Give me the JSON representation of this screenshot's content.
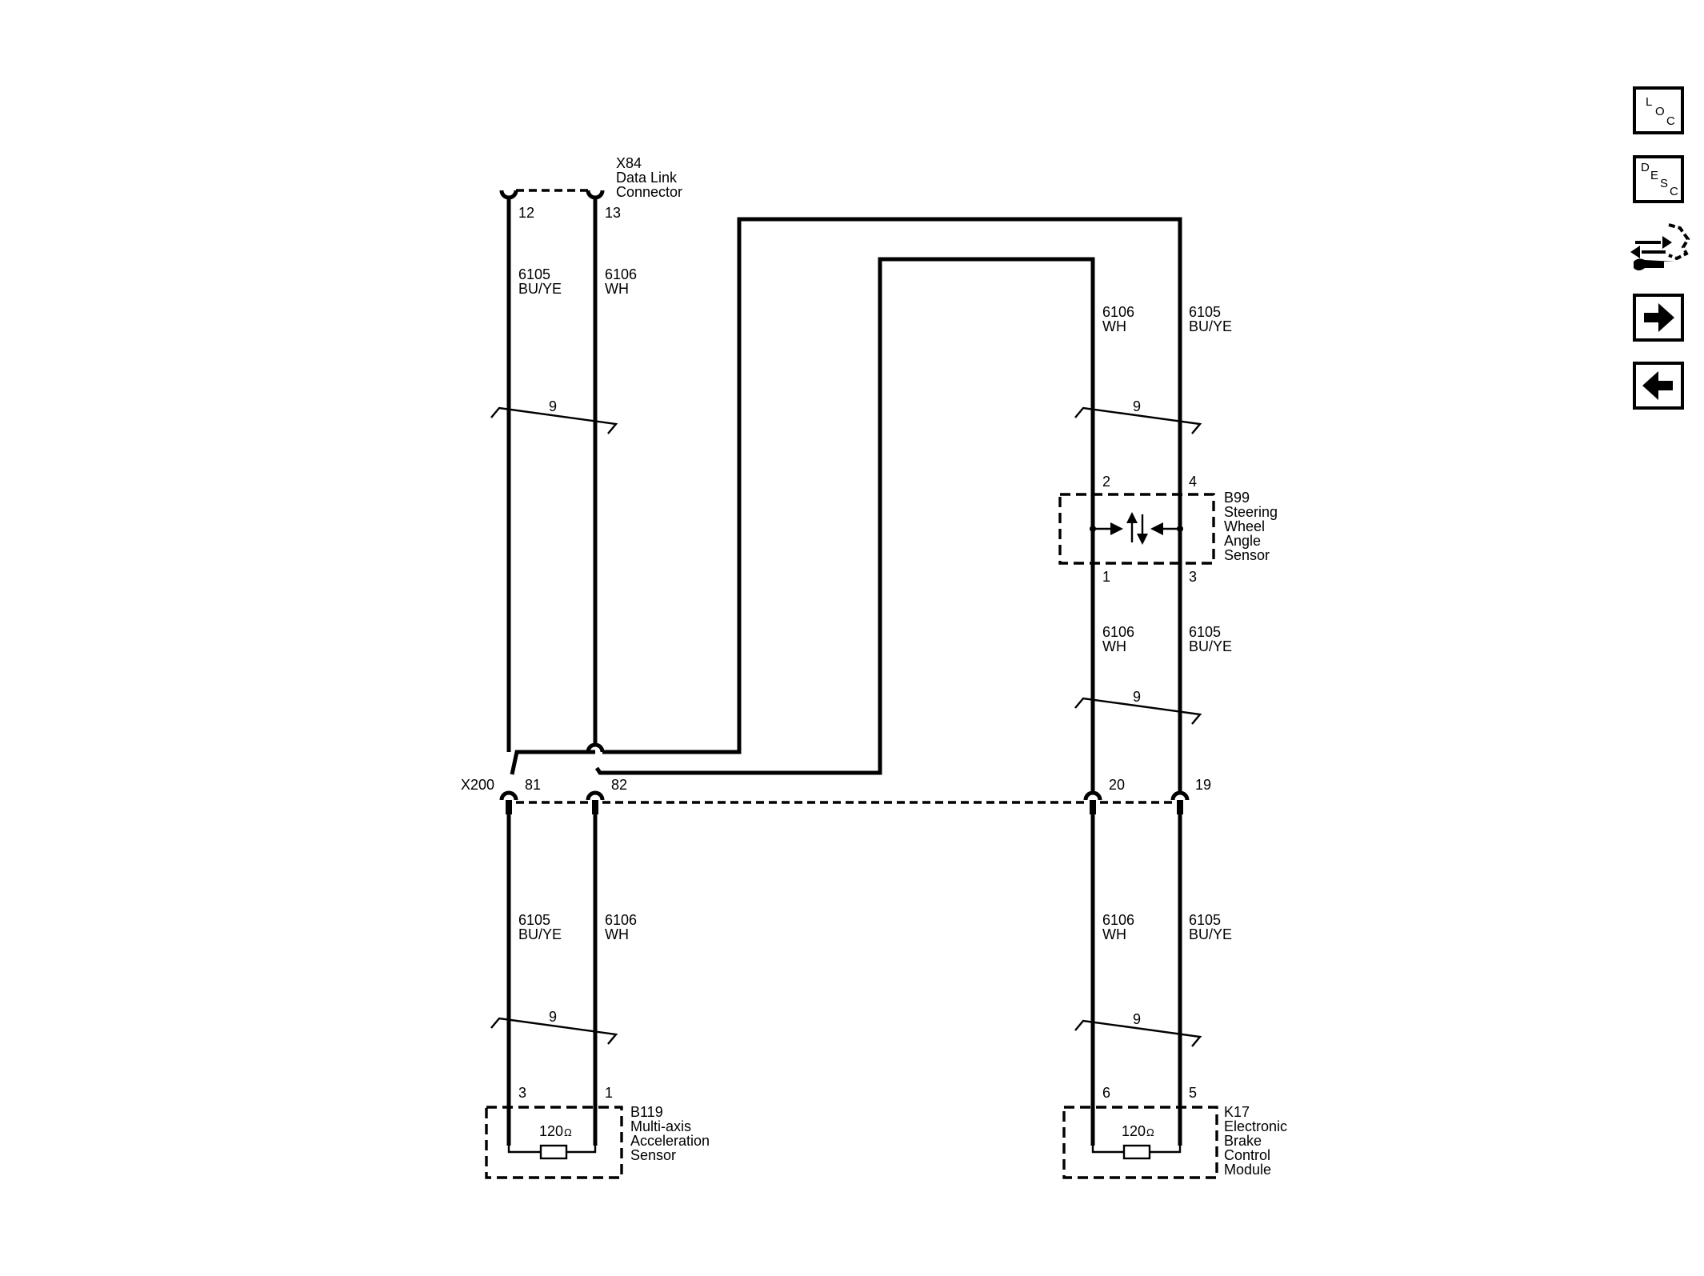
{
  "nav": {
    "loc": {
      "l1": "L",
      "l2": "O",
      "l3": "C"
    },
    "desc": {
      "l1": "D",
      "l2": "E",
      "l3": "S",
      "l4": "C"
    },
    "icons": [
      "loc-button",
      "desc-button",
      "tools-icon",
      "arrow-right-icon",
      "arrow-left-icon"
    ]
  },
  "connectors": {
    "x84": {
      "id": "X84",
      "name_1": "Data Link",
      "name_2": "Connector",
      "pin_a": "12",
      "pin_b": "13"
    },
    "x200": {
      "id": "X200",
      "pins": [
        "81",
        "82",
        "20",
        "19"
      ]
    }
  },
  "components": {
    "b99": {
      "id": "B99",
      "name_1": "Steering",
      "name_2": "Wheel",
      "name_3": "Angle",
      "name_4": "Sensor",
      "pins": [
        "2",
        "4",
        "1",
        "3"
      ]
    },
    "b119": {
      "id": "B119",
      "name_1": "Multi-axis",
      "name_2": "Acceleration",
      "name_3": "Sensor",
      "pins": [
        "3",
        "1"
      ],
      "resistor": "120"
    },
    "k17": {
      "id": "K17",
      "name_1": "Electronic",
      "name_2": "Brake",
      "name_3": "Control",
      "name_4": "Module",
      "pins": [
        "6",
        "5"
      ],
      "resistor": "120"
    }
  },
  "units": {
    "ohm": "Ω"
  },
  "wires": [
    {
      "circuit": "6105",
      "color": "BU/YE"
    },
    {
      "circuit": "6106",
      "color": "WH"
    }
  ],
  "twist": "9"
}
